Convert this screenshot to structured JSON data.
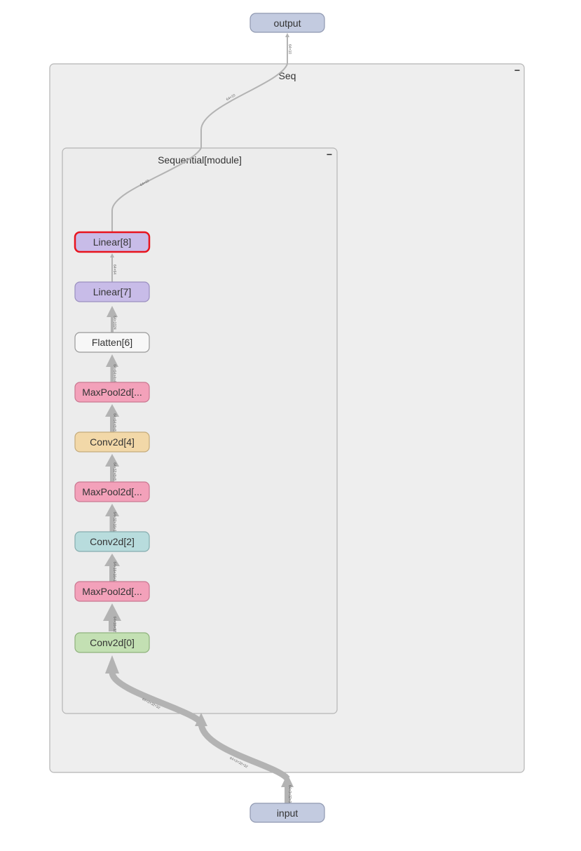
{
  "graph": {
    "outer_group": {
      "label": "Seq",
      "collapse_symbol": "−"
    },
    "inner_group": {
      "label": "Sequential[module]",
      "collapse_symbol": "−"
    },
    "nodes": {
      "output": "output",
      "input": "input",
      "linear8": "Linear[8]",
      "linear7": "Linear[7]",
      "flatten6": "Flatten[6]",
      "maxpool5": "MaxPool2d[...",
      "conv4": "Conv2d[4]",
      "maxpool3": "MaxPool2d[...",
      "conv2": "Conv2d[2]",
      "maxpool1": "MaxPool2d[...",
      "conv0": "Conv2d[0]"
    },
    "edge_labels": {
      "seq_to_output": "64×10",
      "inner_to_seq": "64×10",
      "linear8_to_inner": "64×10",
      "linear7_to_linear8": "64×64",
      "flatten_to_linear7": "64×1024",
      "maxpool5_to_flatten": "64×64×4×4",
      "conv4_to_maxpool5": "64×64×8×8",
      "maxpool3_to_conv4": "64×32×8×8",
      "conv2_to_maxpool3": "64×32×16×16",
      "maxpool1_to_conv2": "64×16×16×16",
      "conv0_to_maxpool1": "64×16×32×32",
      "inner_to_conv0": "64×3×32×32",
      "seq_to_inner": "64×3×32×32",
      "input_to_seq": "64×3×32×32"
    },
    "colors": {
      "io": "#c3cbe0",
      "linear": "#c8bce8",
      "flatten": "#f7f7f7",
      "maxpool": "#f3a1ba",
      "conv4": "#f2d8a8",
      "conv2": "#b8dcdd",
      "conv0": "#c3e0b3",
      "selected_border": "#e8141e"
    }
  }
}
